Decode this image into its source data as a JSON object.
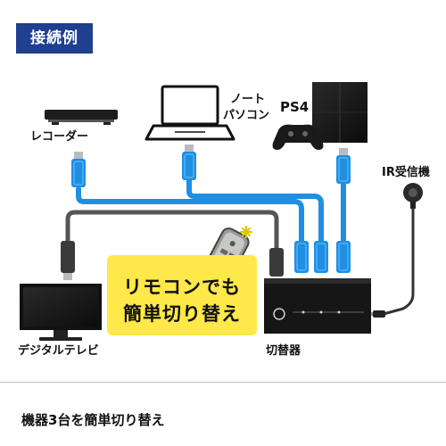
{
  "badge": "接続例",
  "labels": {
    "recorder": "レコーダー",
    "notebook_line1": "ノート",
    "notebook_line2": "パソコン",
    "ps4": "PS4",
    "ir_receiver": "IR受信機",
    "tv": "デジタルテレビ",
    "switcher": "切替器"
  },
  "promo": {
    "line1": "リモコンでも",
    "line2": "簡単切り替え"
  },
  "caption": "機器3台を簡単切り替え",
  "colors": {
    "badge": "#1f3f8f",
    "promo": "#ffe84a",
    "hdmi_blue": "#1e8fe3",
    "cable_gray": "#4a4a4a",
    "device_dark": "#1a1a1a"
  },
  "icons": [
    "recorder-icon",
    "laptop-icon",
    "ps4-console-icon",
    "gamepad-icon",
    "ir-receiver-icon",
    "tv-icon",
    "switcher-icon",
    "remote-control-icon"
  ]
}
